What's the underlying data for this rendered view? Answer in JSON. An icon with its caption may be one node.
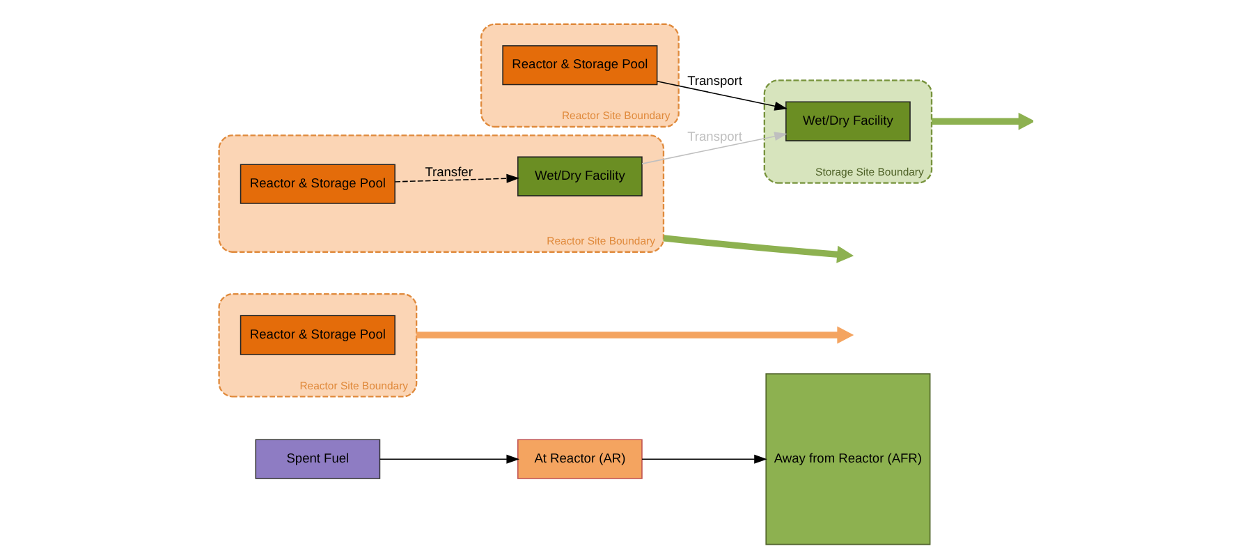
{
  "diagram": {
    "nodes": [
      {
        "text": [
          "Spent Fuel"
        ]
      },
      {
        "text": [
          "At Reactor (AR)"
        ]
      },
      {
        "text": [
          "Away from Reactor (AFR)"
        ]
      },
      {
        "text": [
          "Reactor Site Boundary"
        ]
      },
      {
        "text": [
          "Reactor & Storage Pool"
        ],
        "in": 3
      },
      {
        "text": [
          "Reactor Site Boundary"
        ]
      },
      {
        "text": [
          "Reactor & Storage Pool"
        ],
        "in": 5
      },
      {
        "text": [
          "Wet/Dry Facility"
        ],
        "in": 5
      },
      {
        "text": [
          "Reactor Site Boundary"
        ]
      },
      {
        "text": [
          "Reactor & Storage Pool"
        ],
        "in": 8
      },
      {
        "text": [
          "Storage Site Boundary"
        ]
      },
      {
        "text": [
          "Wet/Dry Facility"
        ],
        "in": 10
      }
    ],
    "edges": [
      {
        "from": 0,
        "to": 1,
        "arrow": "to"
      },
      {
        "from": 1,
        "to": 2,
        "arrow": "to"
      },
      {
        "from": 6,
        "to": 7,
        "arrow": "to",
        "label": "Transfer",
        "style": "dashed"
      },
      {
        "from": 7,
        "to": 11,
        "arrow": "to",
        "label": "Transport",
        "color": "#bfbfbf"
      },
      {
        "from": 9,
        "to": 11,
        "arrow": "to",
        "label": "Transport"
      },
      {
        "from": 3,
        "to": null,
        "arrow": "to",
        "style": "thick",
        "color": "#f4a460"
      },
      {
        "from": 5,
        "to": null,
        "arrow": "to",
        "style": "thick",
        "color": "#8db150"
      },
      {
        "from": 10,
        "to": null,
        "arrow": "to",
        "style": "thick",
        "color": "#8db150"
      }
    ]
  }
}
